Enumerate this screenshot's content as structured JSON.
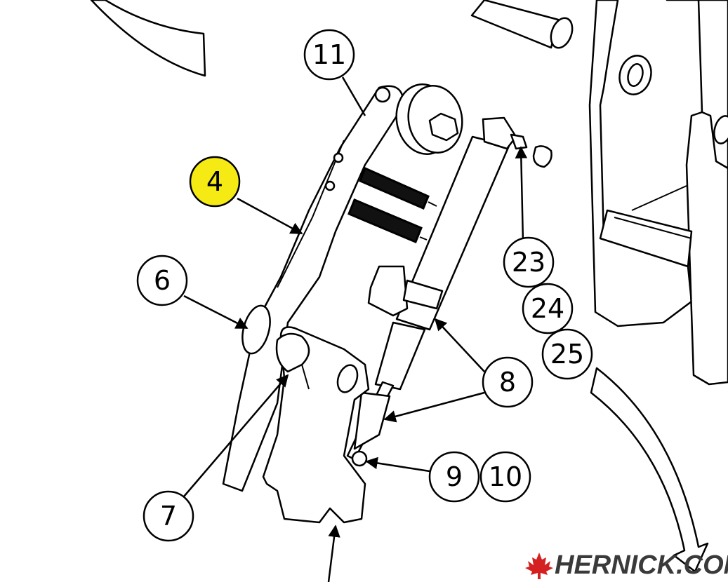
{
  "callouts": [
    {
      "label": "11"
    },
    {
      "label": "4",
      "highlight": true
    },
    {
      "label": "6"
    },
    {
      "label": "23"
    },
    {
      "label": "24"
    },
    {
      "label": "25"
    },
    {
      "label": "8"
    },
    {
      "label": "9"
    },
    {
      "label": "10"
    },
    {
      "label": "7"
    }
  ],
  "watermark": {
    "text": "HERNICK.COM",
    "icon": "maple-leaf-icon",
    "leaf_color": "#d42020"
  },
  "colors": {
    "highlight": "#f5ea14",
    "line": "#000000"
  }
}
